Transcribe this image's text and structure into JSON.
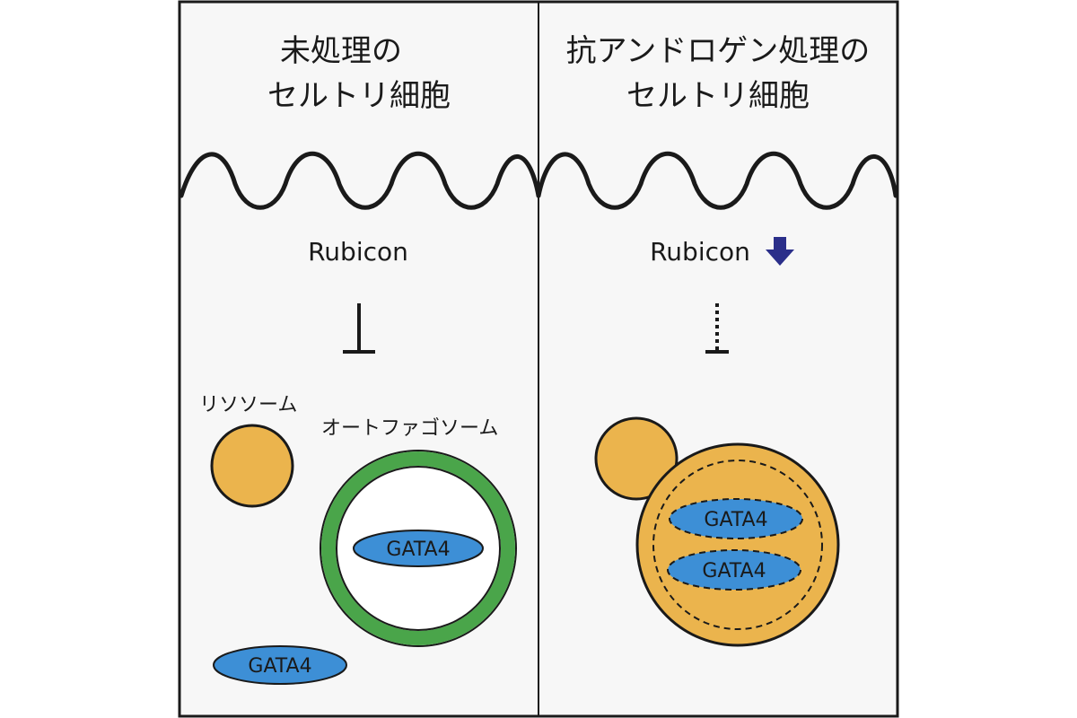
{
  "panels": {
    "left": {
      "title_line1": "未処理の",
      "title_line2": "セルトリ細胞",
      "rubicon_label": "Rubicon",
      "lysosome_label": "リソソーム",
      "autophagosome_label": "オートファゴソーム",
      "gata_inside_label": "GATA4",
      "gata_outside_label": "GATA4"
    },
    "right": {
      "title_line1": "抗アンドロゲン処理の",
      "title_line2": "セルトリ細胞",
      "rubicon_label": "Rubicon",
      "rubicon_indicator": "down-arrow-icon",
      "gata_upper_label": "GATA4",
      "gata_lower_label": "GATA4"
    }
  },
  "colors": {
    "background": "#f7f7f7",
    "lysosome": "#ebb44d",
    "autophagosome_ring": "#4aa54a",
    "gata": "#3d8fd6",
    "arrow": "#2b2f8a",
    "line": "#1a1a1a"
  }
}
